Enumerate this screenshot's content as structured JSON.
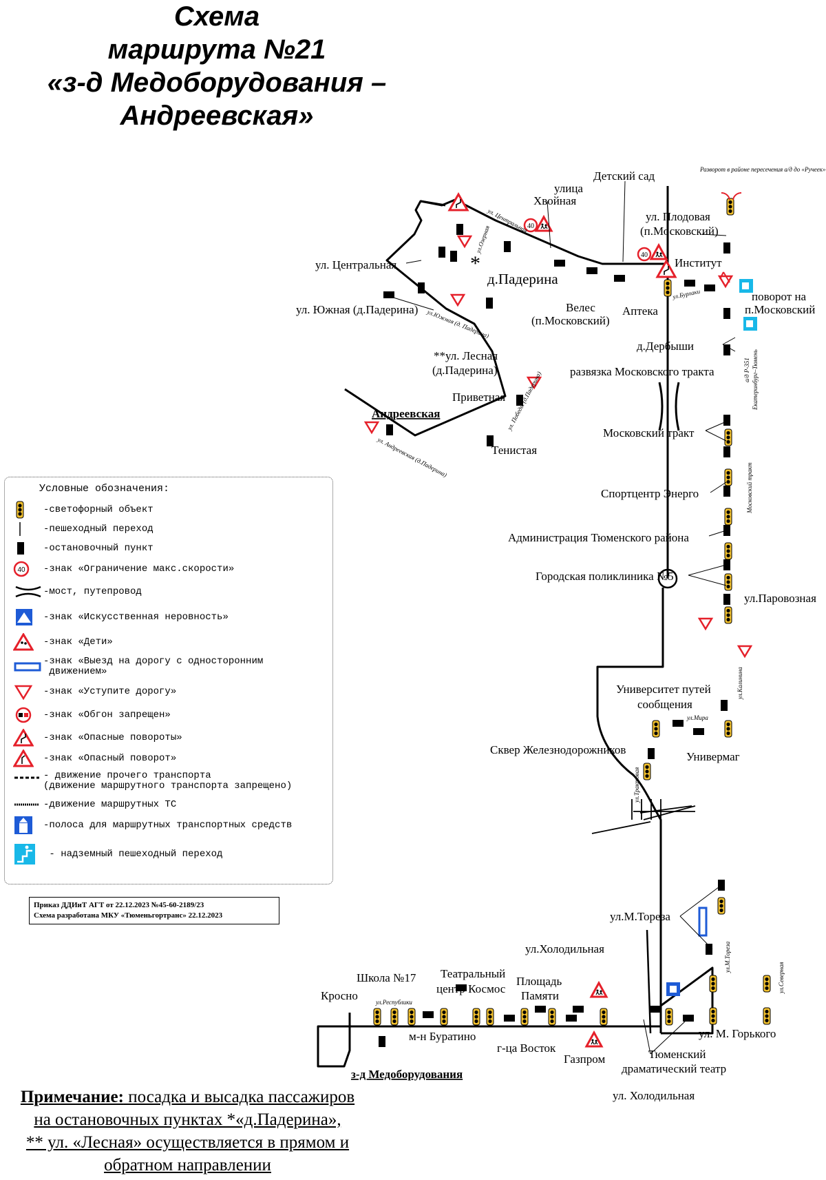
{
  "title": {
    "line1": "Схема",
    "line2": "маршрута №21",
    "line3": "«з-д Медоборудования –",
    "line4": "Андреевская»"
  },
  "stops": {
    "ulitsa": "улица",
    "khvoynaya": "Хвойная",
    "detsky_sad": "Детский сад",
    "razvorot": "Разворот в районе пересечения а/д до «Ручеек»",
    "plodovaya": "ул. Плодовая",
    "p_moskovsky": "(п.Московский)",
    "institut": "Институт",
    "tsentralnaya": "ул. Центральная",
    "paderina_village": "д.Падерина",
    "yuzhnaya": "ул. Южная (д.Падерина)",
    "veles": "Велес",
    "veles_sub": "(п.Московский)",
    "apteka": "Аптека",
    "povorot1": "поворот на",
    "povorot2": "п.Московский",
    "dderbyshi": "д.Дербыши",
    "lesnaya1": "**ул. Лесная",
    "lesnaya2": "(д.Падерина)",
    "razvyazka": "развязка Московского тракта",
    "privetnaya": "Приветная",
    "andreevskaya": "Андреевская",
    "tenistaya": "Тенистая",
    "mosk_trakt": "Московский тракт",
    "sportcentr": "Спортцентр Энерго",
    "administration": "Администрация Тюменского района",
    "poliklinika": "Городская поликлиника №5",
    "parovoznaya_ul": "ул.Паровозная",
    "university1": "Университет путей",
    "university2": "сообщения",
    "univermag": "Универмаг",
    "skver": "Сквер Железнодорожников",
    "m_toreza": "ул.М.Тореза",
    "kholodilnaya_top": "ул.Холодильная",
    "shkola17": "Школа №17",
    "teatr_kosmos1": "Театральный",
    "teatr_kosmos2": "центр Космос",
    "ploshchad1": "Площадь",
    "ploshchad2": "Памяти",
    "krosno": "Кросно",
    "buratino": "м-н Буратино",
    "gts_vostok": "г-ца Восток",
    "gazprom": "Газпром",
    "dram_teatr1": "Тюменский",
    "dram_teatr2": "драматический театр",
    "gorkogo": "ул. М. Горького",
    "zavod": "з-д Медоборудования",
    "kholodilnaya_bottom": "ул. Холодильная"
  },
  "street_labels": {
    "tsentralnaya": "ул. Центральная",
    "ozernaya": "ул.Озерная",
    "yuzhnaya": "ул.Южная (д. Падерина)",
    "pobedy": "ул. Победы (д.Падерина)",
    "andreevskaya": "ул. Андреевская (д.Падерина)",
    "burlaki": "ул.Бурлаки",
    "r351": "а/д Р-351",
    "r351b": "Екатеринбург–Тюмень",
    "moskovsky_trakt": "Московский тракт",
    "kalinina": "ул.Калинина",
    "mira": "ул.Мира",
    "traktovaya": "ул.Трактовая",
    "toreza": "ул.М.Тореза",
    "severnaya": "ул.Северная",
    "respubliki": "ул.Республики"
  },
  "speed_limit": "40",
  "legend": {
    "title": "Условные обозначения:",
    "items": [
      {
        "icon": "traffic-light-icon",
        "text": "-светофорный объект"
      },
      {
        "icon": "pedestrian-crossing-icon",
        "text": "-пешеходный переход"
      },
      {
        "icon": "bus-stop-icon",
        "text": "-остановочный пункт"
      },
      {
        "icon": "speed-limit-icon",
        "text": "-знак «Ограничение макс.скорости»"
      },
      {
        "icon": "bridge-icon",
        "text": "-мост, путепровод"
      },
      {
        "icon": "speed-bump-icon",
        "text": "-знак «Искусственная неровность»"
      },
      {
        "icon": "children-icon",
        "text": "-знак «Дети»"
      },
      {
        "icon": "one-way-exit-icon",
        "text": "-знак «Выезд на дорогу с односторонним\n движением»"
      },
      {
        "icon": "yield-icon",
        "text": "-знак «Уступите дорогу»"
      },
      {
        "icon": "no-overtaking-icon",
        "text": "-знак «Обгон запрещен»"
      },
      {
        "icon": "dangerous-curves-icon",
        "text": "-знак «Опасные повороты»"
      },
      {
        "icon": "dangerous-curve-icon",
        "text": "-знак «Опасный поворот»"
      },
      {
        "icon": "other-traffic-line-icon",
        "text": "- движение прочего транспорта\n(движение маршрутного транспорта запрещено)"
      },
      {
        "icon": "route-line-icon",
        "text": "-движение маршрутных ТС"
      },
      {
        "icon": "bus-lane-icon",
        "text": "-полоса для маршрутных транспортных средств"
      },
      {
        "icon": "overpass-icon",
        "text": " - надземный пешеходный переход"
      }
    ]
  },
  "order": {
    "line1": "Приказ ДДИиТ АГТ от 22.12.2023 №45-60-2189/23",
    "line2": "Схема разработана МКУ «Тюменьгортранс» 22.12.2023"
  },
  "note": {
    "label": "Примечание:",
    "text1": " посадка и высадка пассажиров",
    "text2": "на остановочных пунктах *«д.Падерина»,",
    "text3": "** ул. «Лесная» осуществляется в прямом и",
    "text4": "обратном направлении"
  },
  "colors": {
    "route": "#000000",
    "sign_red": "#e5202a",
    "sign_blue": "#1e5bd6",
    "overpass_cyan": "#18b8e8",
    "light_yellow": "#f2c12e"
  }
}
